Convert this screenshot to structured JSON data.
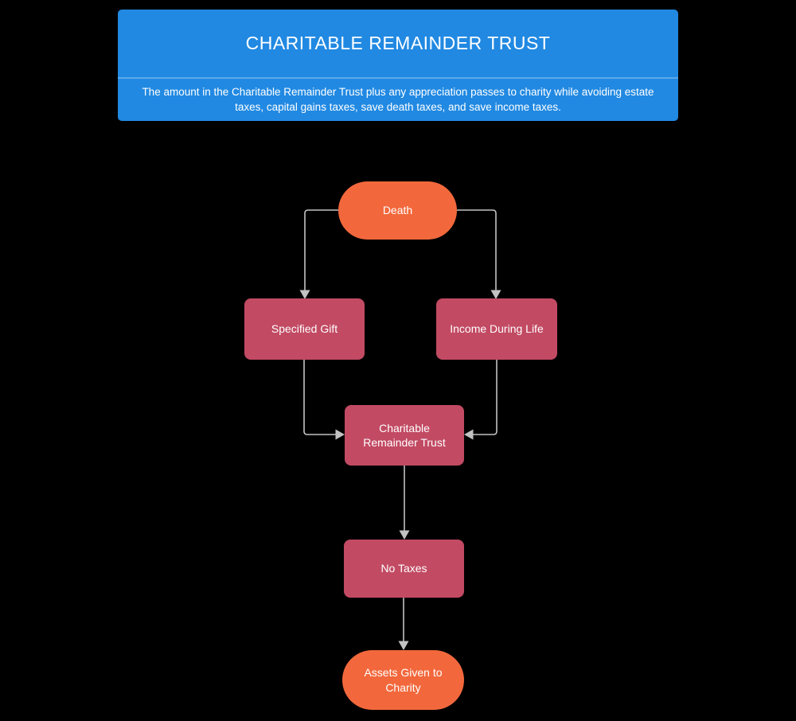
{
  "header": {
    "title": "CHARITABLE REMAINDER TRUST",
    "subtitle": "The amount in the Charitable Remainder Trust plus any appreciation passes to charity while avoiding estate taxes, capital gains taxes, save death taxes, and save income taxes."
  },
  "nodes": [
    {
      "id": "death",
      "label": "Death",
      "shape": "pill"
    },
    {
      "id": "specified-gift",
      "label": "Specified Gift",
      "shape": "rect"
    },
    {
      "id": "income-during-life",
      "label": "Income During Life",
      "shape": "rect"
    },
    {
      "id": "charitable-remainder-trust",
      "label": "Charitable Remainder Trust",
      "shape": "rect"
    },
    {
      "id": "no-taxes",
      "label": "No Taxes",
      "shape": "rect"
    },
    {
      "id": "assets-given-to-charity",
      "label": "Assets Given to Charity",
      "shape": "pill"
    }
  ],
  "edges": [
    {
      "from": "death",
      "to": "specified-gift"
    },
    {
      "from": "death",
      "to": "income-during-life"
    },
    {
      "from": "specified-gift",
      "to": "charitable-remainder-trust"
    },
    {
      "from": "income-during-life",
      "to": "charitable-remainder-trust"
    },
    {
      "from": "charitable-remainder-trust",
      "to": "no-taxes"
    },
    {
      "from": "no-taxes",
      "to": "assets-given-to-charity"
    }
  ],
  "colors": {
    "background": "#000000",
    "header_blue": "#2189e2",
    "header_divider": "#5ba7e8",
    "pill_orange": "#f2683c",
    "box_crimson": "#c24a63",
    "connector_gray": "#c2c2c2",
    "text": "#ffffff"
  }
}
